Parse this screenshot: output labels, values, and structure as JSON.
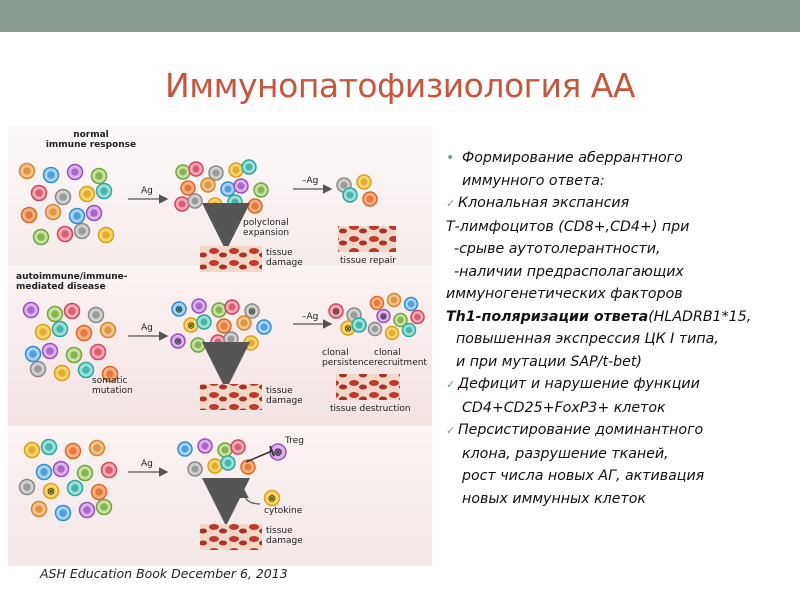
{
  "slide": {
    "title": "Иммунопатофизиология АА",
    "caption": "ASH Education Book December 6, 2013"
  },
  "figure": {
    "panel1": {
      "heading": "normal\nimmune response",
      "ag_label": "Ag",
      "minus_ag_label": "–Ag",
      "polyclonal": "polyclonal\nexpansion",
      "tissue_damage": "tissue\ndamage",
      "tissue_repair": "tissue repair"
    },
    "panel2": {
      "heading": "autoimmune/immune-\nmediated disease",
      "ag_label": "Ag",
      "minus_ag_label": "–Ag",
      "somatic": "somatic\nmutation",
      "clonal_persistence": "clonal\npersistence",
      "clonal_recruitment": "clonal\nrecruitment",
      "tissue_damage": "tissue\ndamage",
      "tissue_destruction": "tissue destruction"
    },
    "panel3": {
      "ag_label": "Ag",
      "treg": "Treg",
      "cytokine": "cytokine",
      "tissue_damage": "tissue\ndamage"
    }
  },
  "bullets": {
    "b1_line1": "Формирование аберрантного",
    "b1_line2": "иммунного ответа:",
    "b2_line1": "Клональная экспансия",
    "b2_line2": "Т-лимфоцитов (CD8+,CD4+) при",
    "b2_line3": "-срыве аутотолерантности,",
    "b2_line4": "-наличии предрасполагающих",
    "b2_line5": "иммуногенетических факторов",
    "b2_line6_bold": "Th1-поляризации ответа",
    "b2_line6_rest": "(HLADRB1*15,",
    "b2_line7": "повышенная экспрессия ЦК I типа,",
    "b2_line8": "и при мутации SAP/t-bet)",
    "b3_line1": "Дефицит и нарушение функции",
    "b3_line2": "CD4+CD25+FoxP3+ клеток",
    "b4_line1": "Персистирование доминантного",
    "b4_line2": "клона, разрушение тканей,",
    "b4_line3": "рост числа новых АГ,  активация",
    "b4_line4": "новых иммунных клеток"
  },
  "colors": {
    "title": "#c8553d",
    "topbar": "#8a9b90",
    "bullet_marker": "#7a9a8a"
  }
}
